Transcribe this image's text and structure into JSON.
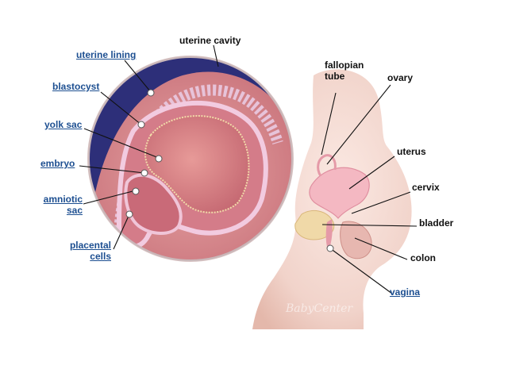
{
  "labels": {
    "uterine_cavity": "uterine cavity",
    "uterine_lining": "uterine lining",
    "blastocyst": "blastocyst",
    "yolk_sac": "yolk sac",
    "embryo": "embryo",
    "amniotic_sac": [
      "amniotic",
      "sac"
    ],
    "placental_cells": [
      "placental",
      "cells"
    ],
    "fallopian_tube": [
      "fallopian",
      "tube"
    ],
    "ovary": "ovary",
    "uterus": "uterus",
    "cervix": "cervix",
    "bladder": "bladder",
    "colon": "colon",
    "vagina": "vagina"
  },
  "watermark": "BabyCenter",
  "colors": {
    "link_text": "#1d4f91",
    "plain_text": "#111111",
    "circle_background": "#2d2f79",
    "tissue": "#d98a8f",
    "skin": "#f2d7cf"
  }
}
